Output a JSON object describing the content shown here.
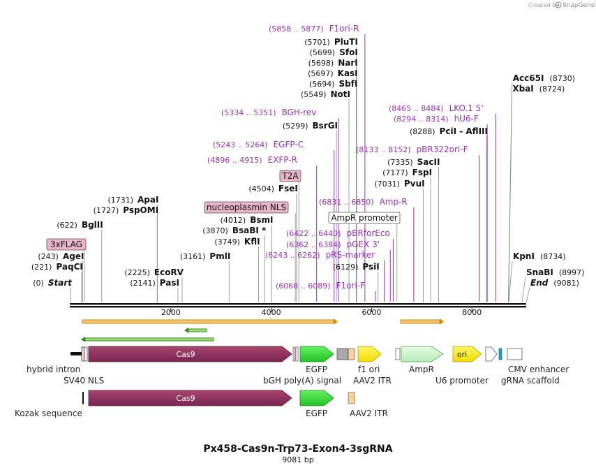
{
  "branding": {
    "created_by": "Created by",
    "brand": "SnapGene"
  },
  "map": {
    "title": "Px458-Cas9n-Trp73-Exon4-3sgRNA",
    "length_label": "9081 bp",
    "total_bp": 9081,
    "axis_ticks": [
      2000,
      4000,
      6000,
      8000
    ]
  },
  "colors": {
    "site": "#000000",
    "primer": "#9a2fbf",
    "cas9": "#8c2e5d",
    "egfp": "#33dd33",
    "yellow": "#ffee00",
    "ampr": "#c8f5c8",
    "orf_orange": "#f5a623",
    "orf_green": "#5bb52b",
    "tag_fill": "#e8b4c8"
  },
  "sites": [
    {
      "pos_label": "(0)",
      "name": "Start",
      "italic": true,
      "bp": 0
    },
    {
      "pos_label": "(221)",
      "name": "PaqCI",
      "bp": 221
    },
    {
      "pos_label": "(243)",
      "name": "AgeI",
      "bp": 243
    },
    {
      "pos_label": "(622)",
      "name": "BglII",
      "bp": 622
    },
    {
      "pos_label": "(1727)",
      "name": "PspOMI",
      "bp": 1727
    },
    {
      "pos_label": "(1731)",
      "name": "ApaI",
      "bp": 1731
    },
    {
      "pos_label": "(2141)",
      "name": "PasI",
      "bp": 2141
    },
    {
      "pos_label": "(2225)",
      "name": "EcoRV",
      "bp": 2225
    },
    {
      "pos_label": "(3161)",
      "name": "PmlI",
      "bp": 3161
    },
    {
      "pos_label": "(3749)",
      "name": "KflI",
      "bp": 3749
    },
    {
      "pos_label": "(3870)",
      "name": "BsaBI *",
      "bp": 3870
    },
    {
      "pos_label": "(4012)",
      "name": "BsmI",
      "bp": 4012
    },
    {
      "pos_label": "(4504)",
      "name": "FseI",
      "bp": 4504
    },
    {
      "pos_label": "(5299)",
      "name": "BsrGI",
      "bp": 5299
    },
    {
      "pos_label": "(5549)",
      "name": "NotI",
      "bp": 5549
    },
    {
      "pos_label": "(5694)",
      "name": "SbfI",
      "bp": 5694
    },
    {
      "pos_label": "(5697)",
      "name": "KasI",
      "bp": 5697
    },
    {
      "pos_label": "(5698)",
      "name": "NarI",
      "bp": 5698
    },
    {
      "pos_label": "(5699)",
      "name": "SfoI",
      "bp": 5699
    },
    {
      "pos_label": "(5701)",
      "name": "PluTI",
      "bp": 5701
    },
    {
      "pos_label": "(6129)",
      "name": "PsiI",
      "bp": 6129
    },
    {
      "pos_label": "(7031)",
      "name": "PvuI",
      "bp": 7031
    },
    {
      "pos_label": "(7177)",
      "name": "FspI",
      "bp": 7177
    },
    {
      "pos_label": "(7335)",
      "name": "SacII",
      "bp": 7335
    },
    {
      "pos_label": "(8288)",
      "name": "PciI  -  AflIII",
      "bp": 8288
    },
    {
      "pos_label": "(8724)",
      "name": "XbaI",
      "bp": 8724
    },
    {
      "pos_label": "(8730)",
      "name": "Acc65I",
      "bp": 8730
    },
    {
      "pos_label": "(8734)",
      "name": "KpnI",
      "bp": 8734
    },
    {
      "pos_label": "(8997)",
      "name": "SnaBI",
      "bp": 8997
    },
    {
      "pos_label": "(9081)",
      "name": "End",
      "italic": true,
      "bp": 9081
    }
  ],
  "primers": [
    {
      "range": "(5858 .. 5877)",
      "name": "F1ori-R",
      "bp": 5867
    },
    {
      "range": "(5334 .. 5351)",
      "name": "BGH-rev",
      "bp": 5342
    },
    {
      "range": "(5243 .. 5264)",
      "name": "EGFP-C",
      "bp": 5253
    },
    {
      "range": "(4896 .. 4915)",
      "name": "EXFP-R",
      "bp": 4905
    },
    {
      "range": "(8465 .. 8484)",
      "name": "LKO.1 5'",
      "bp": 8474
    },
    {
      "range": "(8294 .. 8314)",
      "name": "hU6-F",
      "bp": 8304
    },
    {
      "range": "(8133 .. 8152)",
      "name": "pBR322ori-F",
      "bp": 8142
    },
    {
      "range": "(6831 .. 6850)",
      "name": "Amp-R",
      "bp": 6840
    },
    {
      "range": "(6422 .. 6440)",
      "name": "pBRforEco",
      "bp": 6431
    },
    {
      "range": "(6362 .. 6384)",
      "name": "pGEX 3'",
      "bp": 6373
    },
    {
      "range": "(6243 .. 6262)",
      "name": "pRS-marker",
      "bp": 6252
    },
    {
      "range": "(6068 .. 6089)",
      "name": "F1ori-F",
      "bp": 6078
    }
  ],
  "boxed_labels": [
    {
      "name": "T2A",
      "style": "pink",
      "bp": 4550
    },
    {
      "name": "nucleoplasmin NLS",
      "style": "pink",
      "bp": 4480
    },
    {
      "name": "3xFLAG",
      "style": "pink",
      "bp": 280
    },
    {
      "name": "AmpR promoter",
      "style": "white",
      "bp": 6505
    }
  ],
  "features_row1": [
    {
      "name": "hybrid intron",
      "kind": "bar"
    },
    {
      "name": "SV40 NLS",
      "kind": "bar"
    },
    {
      "name": "Cas9",
      "kind": "arrow"
    },
    {
      "name": "EGFP",
      "kind": "arrow"
    },
    {
      "name": "bGH poly(A) signal",
      "kind": "box"
    },
    {
      "name": "f1 ori",
      "kind": "arrow"
    },
    {
      "name": "AAV2 ITR",
      "kind": "box"
    },
    {
      "name": "AmpR",
      "kind": "arrow"
    },
    {
      "name": "ori",
      "kind": "arrow"
    },
    {
      "name": "U6 promoter",
      "kind": "arrow"
    },
    {
      "name": "gRNA scaffold",
      "kind": "box"
    },
    {
      "name": "CMV enhancer",
      "kind": "box"
    }
  ],
  "features_row2": [
    {
      "name": "Kozak sequence",
      "kind": "bar"
    },
    {
      "name": "Cas9",
      "kind": "arrow"
    },
    {
      "name": "EGFP",
      "kind": "arrow"
    },
    {
      "name": "AAV2 ITR",
      "kind": "box"
    }
  ]
}
